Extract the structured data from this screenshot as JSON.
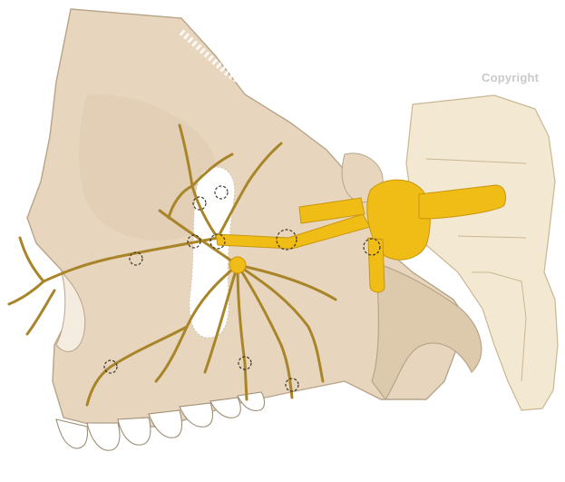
{
  "watermark": "Copyright",
  "colors": {
    "skull": "#e7d6bd",
    "skull_edge": "#b7a48a",
    "spine": "#f3e8d1",
    "spine_edge": "#c9b793",
    "nerve_main": "#f0bd16",
    "nerve_branch": "#a98529",
    "sinus": "#ffffff",
    "teeth": "#ffffff",
    "ganglion": "#f2b813"
  },
  "icons": [
    "skull-illustration",
    "trigeminal-nerve",
    "cervical-vertebrae",
    "foramen-markers"
  ]
}
